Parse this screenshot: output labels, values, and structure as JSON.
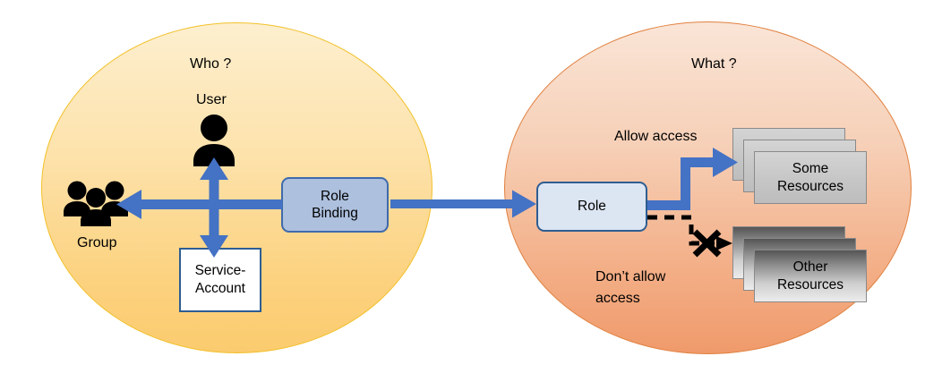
{
  "diagram": {
    "title_left": "Who ?",
    "title_right": "What ?",
    "colors": {
      "who_ellipse_fill_top": "#fdefcf",
      "who_ellipse_fill_bottom": "#fbcb6e",
      "who_ellipse_border": "#f2c029",
      "what_ellipse_fill_top": "#fae5d7",
      "what_ellipse_fill_bottom": "#f09a6b",
      "what_ellipse_border": "#e0803f",
      "arrow_blue": "#4472c4",
      "role_binding_fill": "#adc0de",
      "role_binding_border": "#3f6aab",
      "role_fill": "#dce5f2",
      "role_border": "#2e5d91",
      "service_account_fill": "#ffffff",
      "service_account_border": "#2e5d91",
      "resource_light": "#c6c6c6",
      "resource_dark": "#8f8f8f",
      "deny_mark": "#000000"
    }
  },
  "who": {
    "user": {
      "label": "User",
      "icon": "person-icon"
    },
    "group": {
      "label": "Group",
      "icon": "people-group-icon"
    },
    "service_account": {
      "label": "Service-\nAccount"
    },
    "role_binding": {
      "label": "Role\nBinding"
    }
  },
  "what": {
    "role": {
      "label": "Role"
    },
    "allow": {
      "label": "Allow access"
    },
    "deny": {
      "label": "Don’t allow\naccess"
    },
    "some_resources": {
      "label": "Some\nResources"
    },
    "other_resources": {
      "label": "Other\nResources"
    }
  }
}
